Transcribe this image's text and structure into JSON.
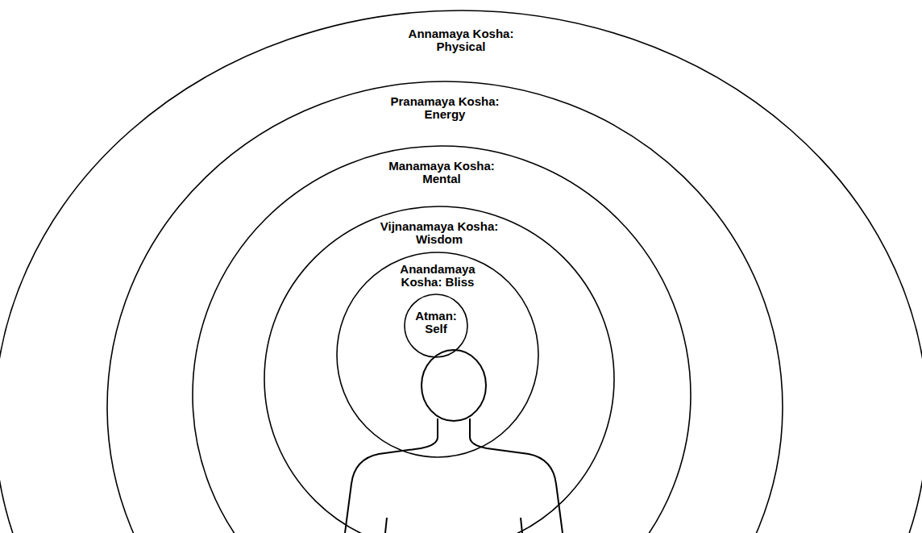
{
  "diagram": {
    "nodes": [
      {
        "text": [
          "Annamaya Kosha: Physical"
        ]
      },
      {
        "text": [
          "Pranamaya Kosha: Energy"
        ],
        "in": 0
      },
      {
        "text": [
          "Manamaya Kosha: Mental"
        ],
        "in": 1
      },
      {
        "text": [
          "Vijnanamaya Kosha: Wisdom"
        ],
        "in": 2
      },
      {
        "text": [
          "Anandamaya Kosha: Bliss"
        ],
        "in": 3
      },
      {
        "text": [
          "Atman: Self"
        ],
        "in": 4
      }
    ]
  }
}
